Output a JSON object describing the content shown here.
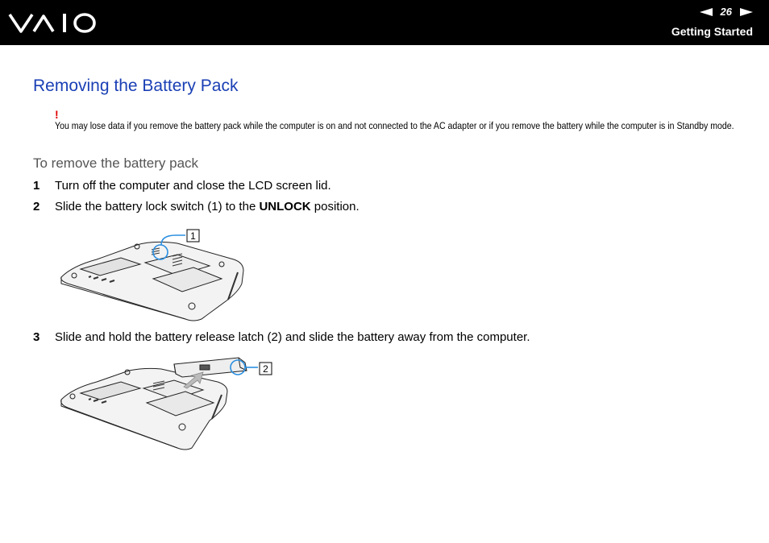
{
  "header": {
    "brand": "VAIO",
    "page_number": "26",
    "section": "Getting Started"
  },
  "title": "Removing the Battery Pack",
  "warning": {
    "mark": "!",
    "text": "You may lose data if you remove the battery pack while the computer is on and not connected to the AC adapter or if you remove the battery while the computer is in Standby mode."
  },
  "subheading": "To remove the battery pack",
  "steps": [
    {
      "num": "1",
      "before": "Turn off the computer and close the LCD screen lid.",
      "bold": "",
      "after": ""
    },
    {
      "num": "2",
      "before": "Slide the battery lock switch (1) to the ",
      "bold": "UNLOCK",
      "after": " position."
    },
    {
      "num": "3",
      "before": "Slide and hold the battery release latch (2) and slide the battery away from the computer.",
      "bold": "",
      "after": ""
    }
  ],
  "figures": {
    "callout_1": "1",
    "callout_2": "2"
  }
}
